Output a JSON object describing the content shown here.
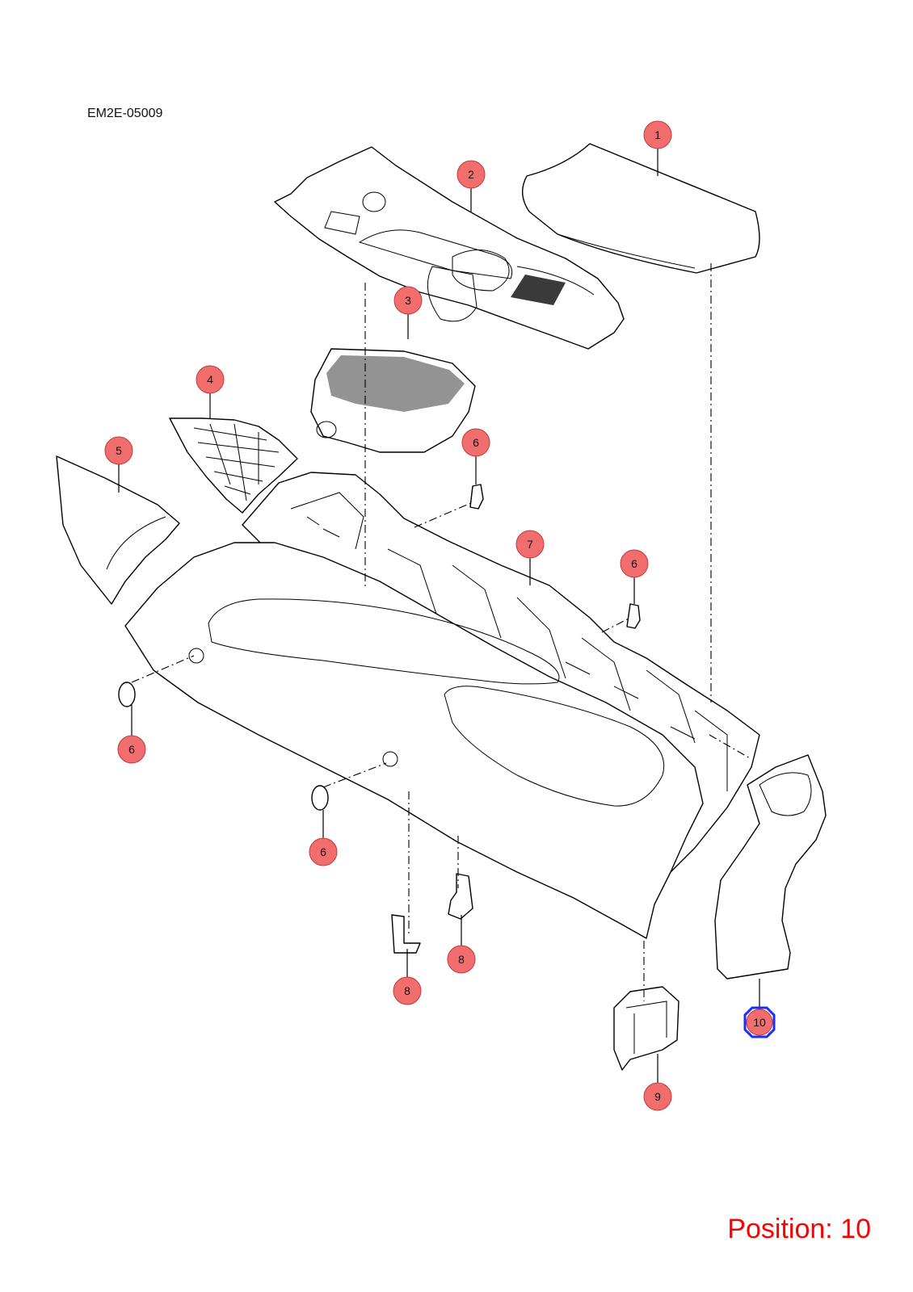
{
  "diagram_ref": "EM2E-05009",
  "position_label": "Position: 10",
  "selected_callout": "10",
  "callouts": [
    "1",
    "2",
    "3",
    "4",
    "5",
    "6",
    "6",
    "6",
    "6",
    "7",
    "8",
    "8",
    "9",
    "10"
  ],
  "colors": {
    "callout_fill": "#f26d6d",
    "highlight": "#1a2cff",
    "position_text": "#ff0000"
  }
}
